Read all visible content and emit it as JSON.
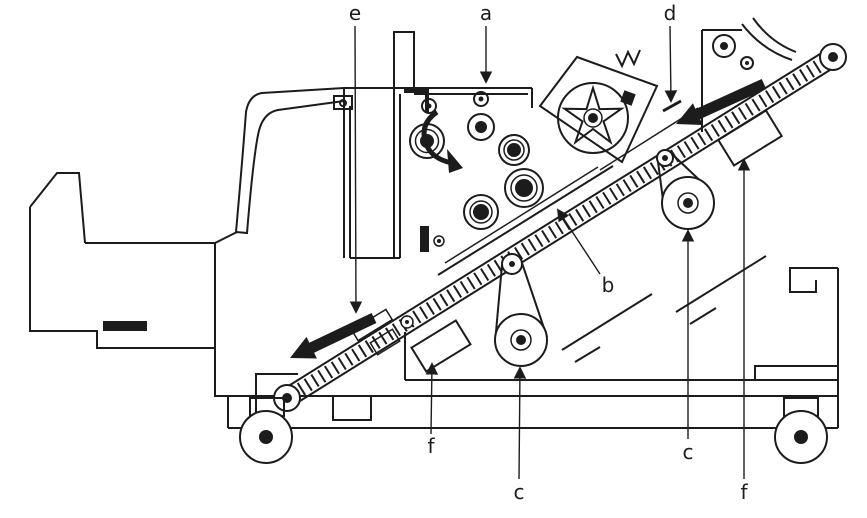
{
  "diagram": {
    "background_color": "#ffffff",
    "line_color": "#1c1c1c",
    "callouts": {
      "a": "a",
      "b": "b",
      "c_left": "c",
      "c_right": "c",
      "d": "d",
      "e": "e",
      "f_left": "f",
      "f_right": "f"
    },
    "icons": {
      "paper_entry_arrow": "thick-arrow-down-left",
      "paper_exit_arrow": "thick-arrow-down-left"
    }
  }
}
